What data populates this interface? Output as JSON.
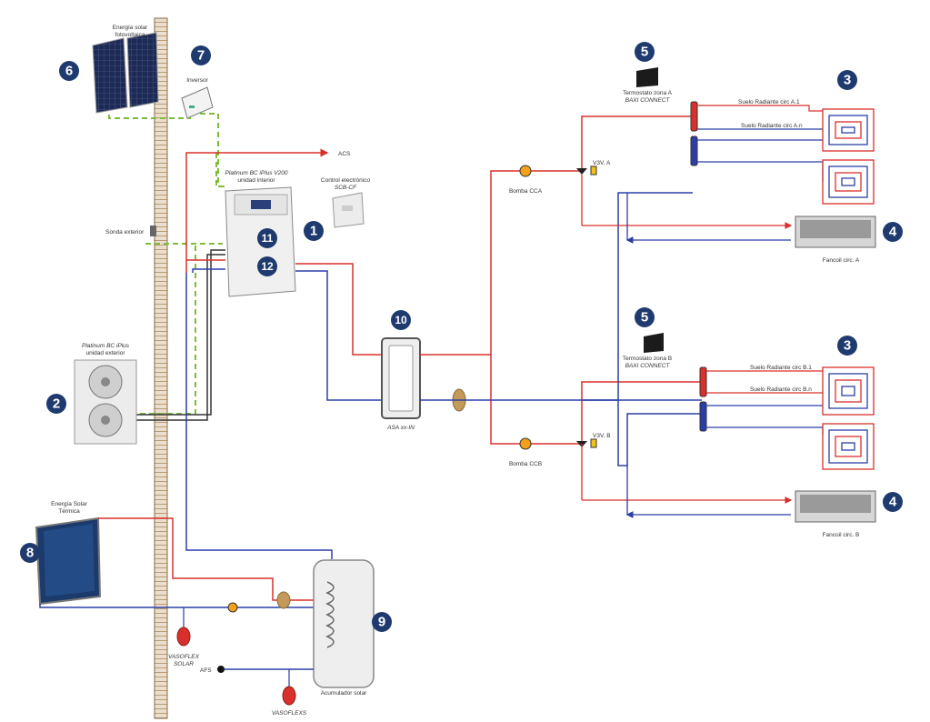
{
  "colors": {
    "hot": "#d9302b",
    "cold": "#2b3ea8",
    "ground": "#7cbd3a",
    "badge": "#1f3a6e",
    "pipe_dark": "#333333"
  },
  "labels": {
    "pv": [
      "Energía solar",
      "fotovoltaica"
    ],
    "inverter": "Inversor",
    "indoor_unit": [
      "Platinum BC iPlus V200",
      "unidad interior"
    ],
    "control": [
      "Control electrónico",
      "SCB-CF"
    ],
    "acs": "ACS",
    "outdoor_sensor": "Sonda exterior",
    "outdoor_unit": [
      "Platinum BC iPlus",
      "unidad exterior"
    ],
    "solar_thermal": [
      "Energía Solar",
      "Térmica"
    ],
    "vasoflex_solar": [
      "VASOFLEX",
      "SOLAR"
    ],
    "vasoflex": "VASOFLEXS",
    "afs": "AFS",
    "accumulator": "Acumulador solar",
    "asa": "ASA xx-IN",
    "pump_a": "Bomba CCA",
    "pump_b": "Bomba CCB",
    "v3v_a": "V3V. A",
    "v3v_b": "V3V. B",
    "thermostat_a": [
      "Termostato zona A",
      "BAXI CONNECT"
    ],
    "thermostat_b": [
      "Termostato zona B",
      "BAXI CONNECT"
    ],
    "floor_a1": "Suelo Radiante circ A.1",
    "floor_an": "Suelo Radiante circ A.n",
    "floor_b1": "Suelo Radiante circ B.1",
    "floor_bn": "Suelo Radiante circ B.n",
    "fancoil_a": "Fancoil circ. A",
    "fancoil_b": "Fancoil circ. B"
  },
  "badges": {
    "b1": "1",
    "b2": "2",
    "b3a": "3",
    "b3b": "3",
    "b4a": "4",
    "b4b": "4",
    "b5a": "5",
    "b5b": "5",
    "b6": "6",
    "b7": "7",
    "b8": "8",
    "b9": "9",
    "b10": "10",
    "b11": "11",
    "b12": "12"
  }
}
